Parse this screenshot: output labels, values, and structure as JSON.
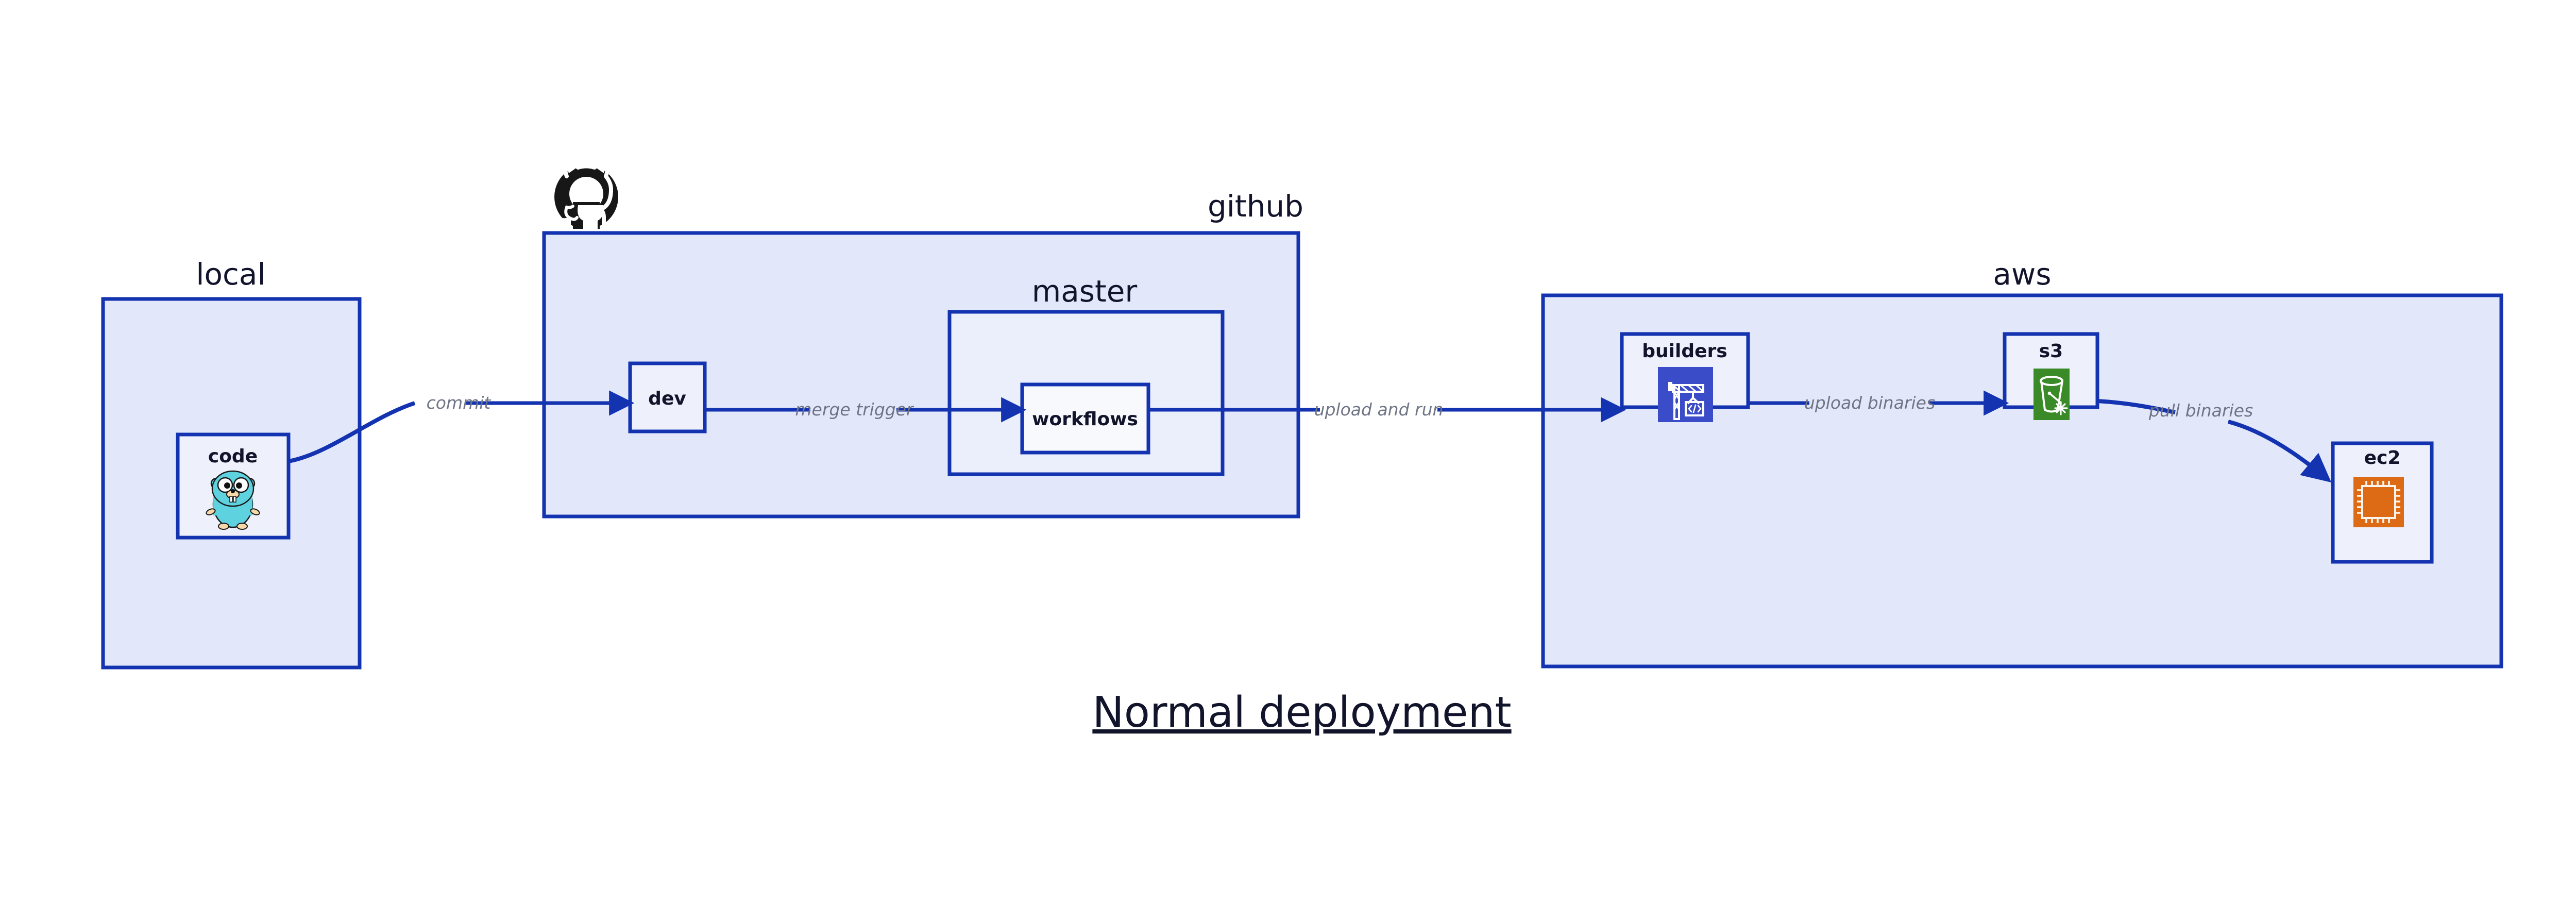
{
  "title": {
    "text": "Normal deployment"
  },
  "groups": [
    {
      "id": "local",
      "label": "local"
    },
    {
      "id": "github",
      "label": "github"
    },
    {
      "id": "aws",
      "label": "aws"
    }
  ],
  "subgroups": [
    {
      "id": "master",
      "label": "master",
      "parent": "github"
    }
  ],
  "nodes": [
    {
      "id": "code",
      "label": "code",
      "group": "local",
      "icon": "go-gopher-icon"
    },
    {
      "id": "dev",
      "label": "dev",
      "group": "github",
      "icon": "none"
    },
    {
      "id": "workflows",
      "label": "workflows",
      "group": "master",
      "icon": "none"
    },
    {
      "id": "builders",
      "label": "builders",
      "group": "aws",
      "icon": "aws-crane-code-icon"
    },
    {
      "id": "s3",
      "label": "s3",
      "group": "aws",
      "icon": "aws-s3-bucket-icon"
    },
    {
      "id": "ec2",
      "label": "ec2",
      "group": "aws",
      "icon": "aws-ec2-chip-icon"
    }
  ],
  "edges": [
    {
      "id": "e1",
      "from": "code",
      "to": "dev",
      "label": "commit"
    },
    {
      "id": "e2",
      "from": "dev",
      "to": "workflows",
      "label": "merge trigger"
    },
    {
      "id": "e3",
      "from": "workflows",
      "to": "builders",
      "label": "upload and run"
    },
    {
      "id": "e4",
      "from": "builders",
      "to": "s3",
      "label": "upload binaries"
    },
    {
      "id": "e5",
      "from": "s3",
      "to": "ec2",
      "label": "pull binaries"
    }
  ],
  "logos": [
    {
      "id": "github-logo",
      "name": "github-octocat-icon",
      "group": "github"
    }
  ],
  "colors": {
    "border_blue": "#1433b0",
    "group_fill": "#e2e7fa",
    "subgroup_fill": "#eaeffb",
    "node_fill": "#eef1fc",
    "node_fill_white": "#f7f9fd",
    "edge_label_gray": "#6f7585",
    "text_dark": "#12142b",
    "builders_icon_bg": "#3b4cc8",
    "s3_icon_bg": "#3b8a28",
    "ec2_icon_bg": "#dd6b16",
    "gopher_body": "#5fd2e0",
    "gopher_tan": "#f5d9a8",
    "github_black": "#181717",
    "page_bg": "#ffffff"
  }
}
